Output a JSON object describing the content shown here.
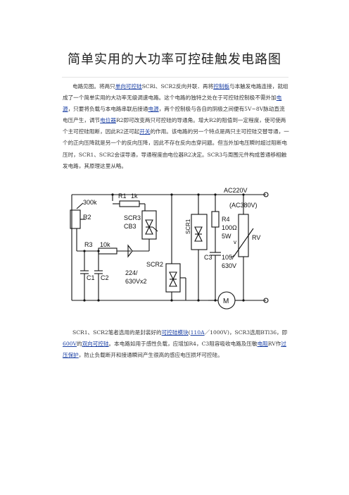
{
  "title": "简单实用的大功率可控硅触发电路图",
  "para1": {
    "t0": "电路见图。将两只",
    "l0": "单向可控硅",
    "t1": "SCRl、SCR2反向并联．再将",
    "l1": "控制板",
    "t2": "与本触发电路连接，就组成了一个简单实用的大功率无级调速电路。这个电路的独特之处在于可控硅控制极不需外加",
    "l2": "电源",
    "t3": "，只要将负载与本电路串联后接通",
    "l3": "电源",
    "t4": "，两个控制极与各自的阴极之间便有5V~8V脉动直流电压产生，调节",
    "l4": "电位器",
    "t5": "R2即可改变两只可控硅的导通角。增大R2的阻值到一定程度，使可使两个主可控硅阻断，因此R2还可起",
    "l5": "开关",
    "t6": "的作用。该电路的另一个特点是两只主可控硅交替导通，一个的正向压降就是另一个的反向压降，因此不存在反向击穿问题。但当外加电压瞬时超过阻断电压时，SCR1、SCR2会误导通，导通程度由电位器R2决定。SCR3与周围元件构成普通移相触发电路，其原理这里从略。"
  },
  "para2": {
    "t0": "SCR1、SCR2笔者选用的是封装好的",
    "l0": "可控硅模块",
    "t1": "(",
    "l1": "110A",
    "t2": "／1000V)，SCR3选用BTl36，即",
    "l2": "600V",
    "t3": "的",
    "l3": "双向可控硅",
    "t4": "。本电路如用于感性负载，应增加R4，C3阻容吸收电路及压敏",
    "l4": "电阻",
    "t5": "RV作",
    "l5": "过压保护",
    "t6": "，防止负载断开和接通瞬间产生很高的感应电压损坏可控硅。"
  },
  "circuit": {
    "labels": {
      "r1": "R1",
      "r1v": "1k",
      "r2v": "300k",
      "r2": "R2",
      "scr3": "SCR3",
      "cb3": "CB3",
      "r3": "R3",
      "r3v": "10k",
      "c1": "C1",
      "c2": "C2",
      "cval1": "224/",
      "cval2": "630Vx2",
      "scr2": "SCR2",
      "scr1": "SCR1",
      "r4": "R4",
      "r4v1": "100Ω",
      "r4v2": "5W",
      "c3": "C3",
      "c3v1": "105/",
      "c3v2": "630V",
      "ac1": "AC220V",
      "ac2": "(AC380V)",
      "rv": "RV",
      "v": "v",
      "m": "M"
    }
  }
}
